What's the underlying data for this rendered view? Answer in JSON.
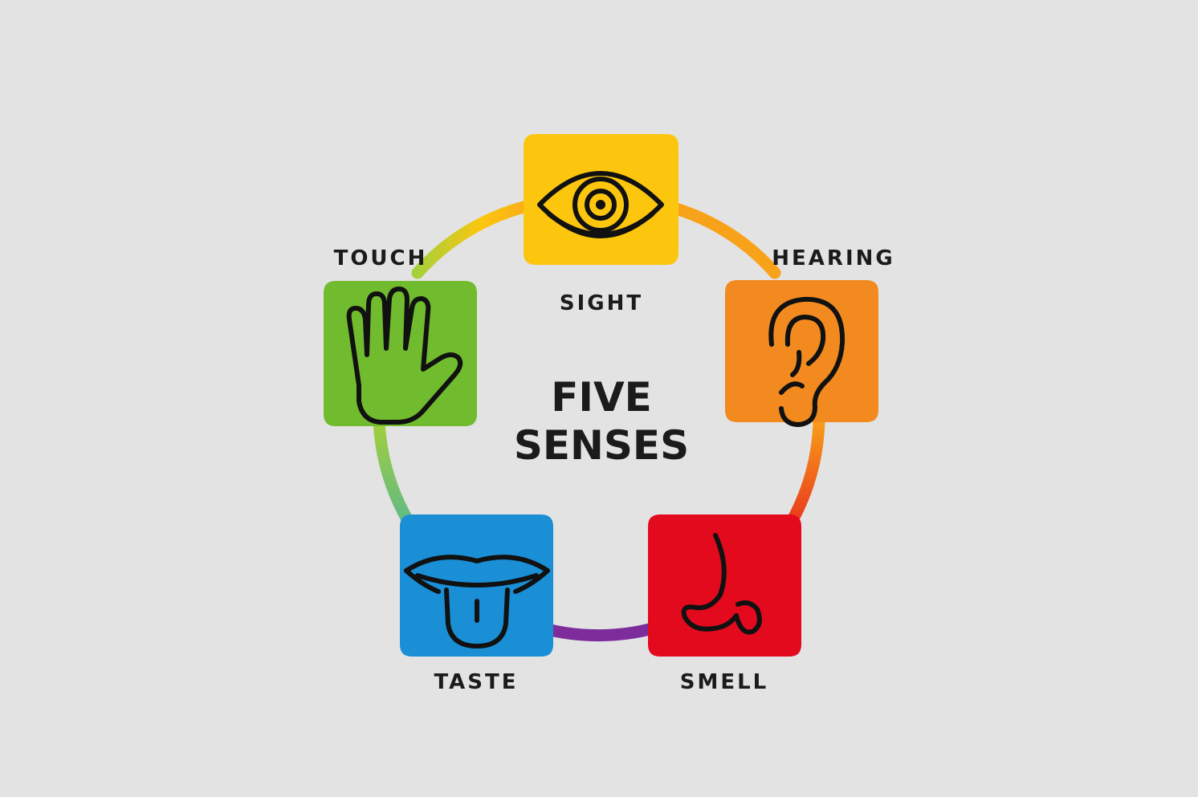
{
  "title": {
    "line1": "FIVE",
    "line2": "SENSES"
  },
  "senses": [
    {
      "id": "sight",
      "label": "SIGHT",
      "color": "#fcc60f",
      "icon": "eye-icon"
    },
    {
      "id": "hearing",
      "label": "HEARING",
      "color": "#f28a1f",
      "icon": "ear-icon"
    },
    {
      "id": "smell",
      "label": "SMELL",
      "color": "#e30a1e",
      "icon": "nose-icon"
    },
    {
      "id": "taste",
      "label": "TASTE",
      "color": "#1a8fd6",
      "icon": "mouth-tongue-icon"
    },
    {
      "id": "touch",
      "label": "TOUCH",
      "color": "#71bb2e",
      "icon": "hand-icon"
    }
  ],
  "ring_colors": {
    "sight_to_hearing": "#f8a21a",
    "hearing_to_smell": "#ee5a1d",
    "smell_to_taste": "#7d2d9b",
    "taste_to_touch": "#74c28c",
    "touch_to_sight": "#a6d03a"
  }
}
